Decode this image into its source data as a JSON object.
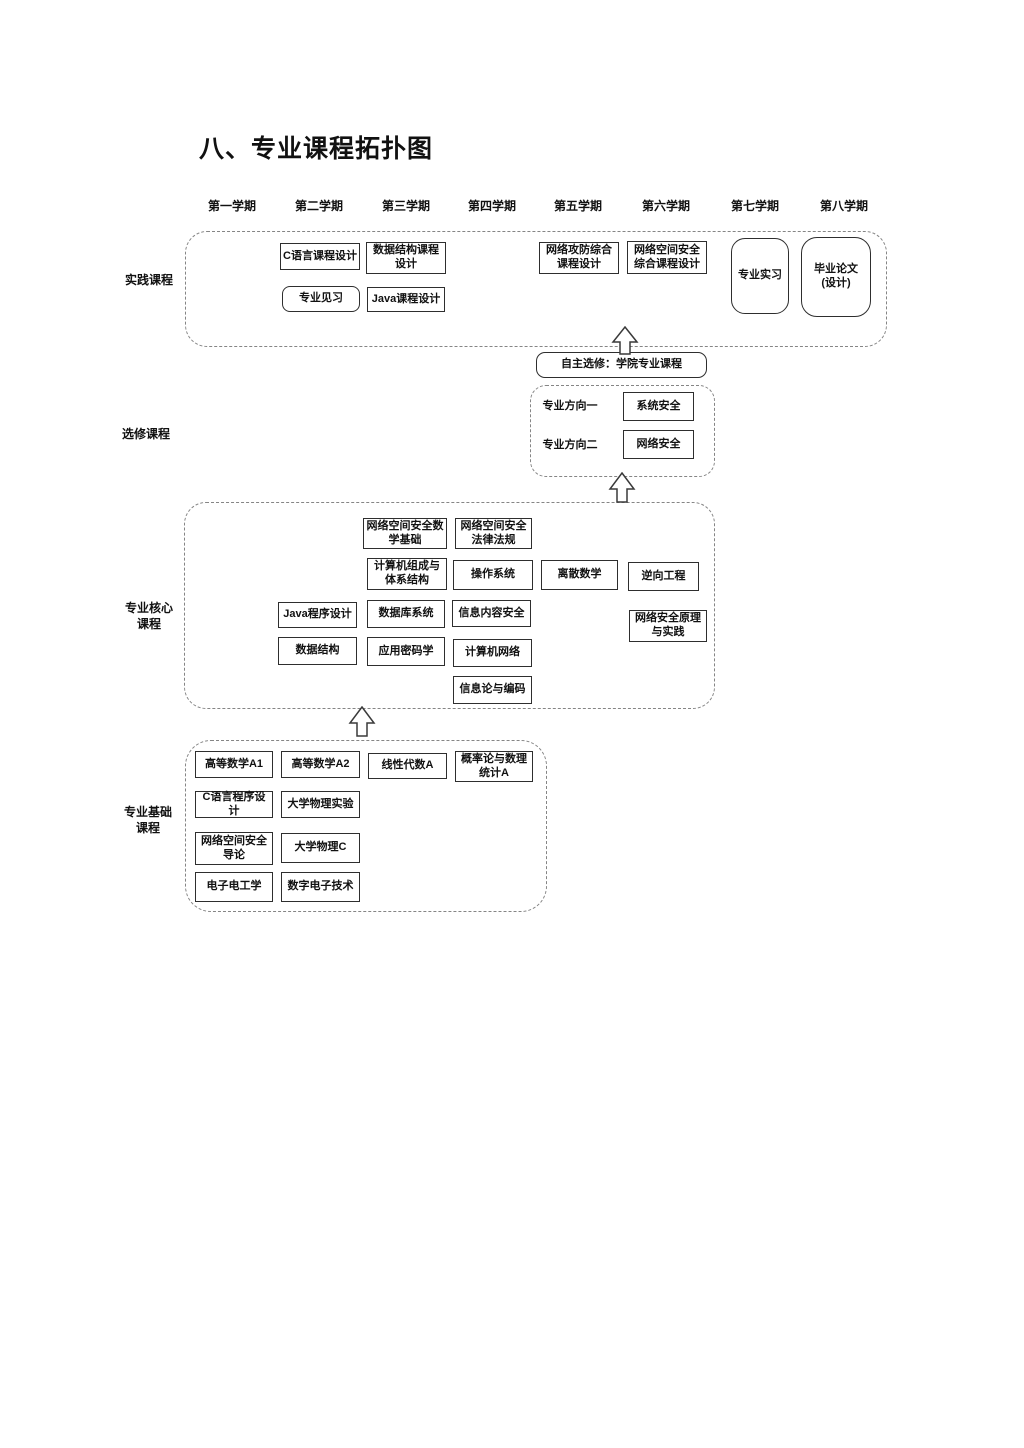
{
  "title": "八、专业课程拓扑图",
  "semesters": [
    "第一学期",
    "第二学期",
    "第三学期",
    "第四学期",
    "第五学期",
    "第六学期",
    "第七学期",
    "第八学期"
  ],
  "practice": {
    "label": "实践课程",
    "c_design": "C语言课程设计",
    "ds_design": "数据结构课程\n设计",
    "observe": "专业见习",
    "java_design": "Java课程设计",
    "attack_defense": "网络攻防综合\n课程设计",
    "cyber_design": "网络空间安全\n综合课程设计",
    "internship": "专业实习",
    "thesis": "毕业论文\n(设计)"
  },
  "elective_note": "自主选修：学院专业课程",
  "elective": {
    "label": "选修课程",
    "dir1": "专业方向一",
    "dir1_course": "系统安全",
    "dir2": "专业方向二",
    "dir2_course": "网络安全"
  },
  "core": {
    "label": "专业核心\n课程",
    "cyber_math": "网络空间安全数\n学基础",
    "cyber_law": "网络空间安全\n法律法规",
    "comp_org": "计算机组成与\n体系结构",
    "os": "操作系统",
    "discrete_math": "离散数学",
    "reverse_eng": "逆向工程",
    "java": "Java程序设计",
    "database": "数据库系统",
    "info_content_sec": "信息内容安全",
    "netsec_principle": "网络安全原理\n与实践",
    "data_structure": "数据结构",
    "applied_crypto": "应用密码学",
    "computer_network": "计算机网络",
    "info_coding": "信息论与编码"
  },
  "basic": {
    "label": "专业基础\n课程",
    "math_a1": "高等数学A1",
    "math_a2": "高等数学A2",
    "linear_algebra": "线性代数A",
    "prob_stat": "概率论与数理\n统计A",
    "c_programming": "C语言程序设计",
    "physics_lab": "大学物理实验",
    "cyber_intro": "网络空间安全\n导论",
    "physics_c": "大学物理C",
    "electro_eng": "电子电工学",
    "digital_electronics": "数字电子技术"
  }
}
